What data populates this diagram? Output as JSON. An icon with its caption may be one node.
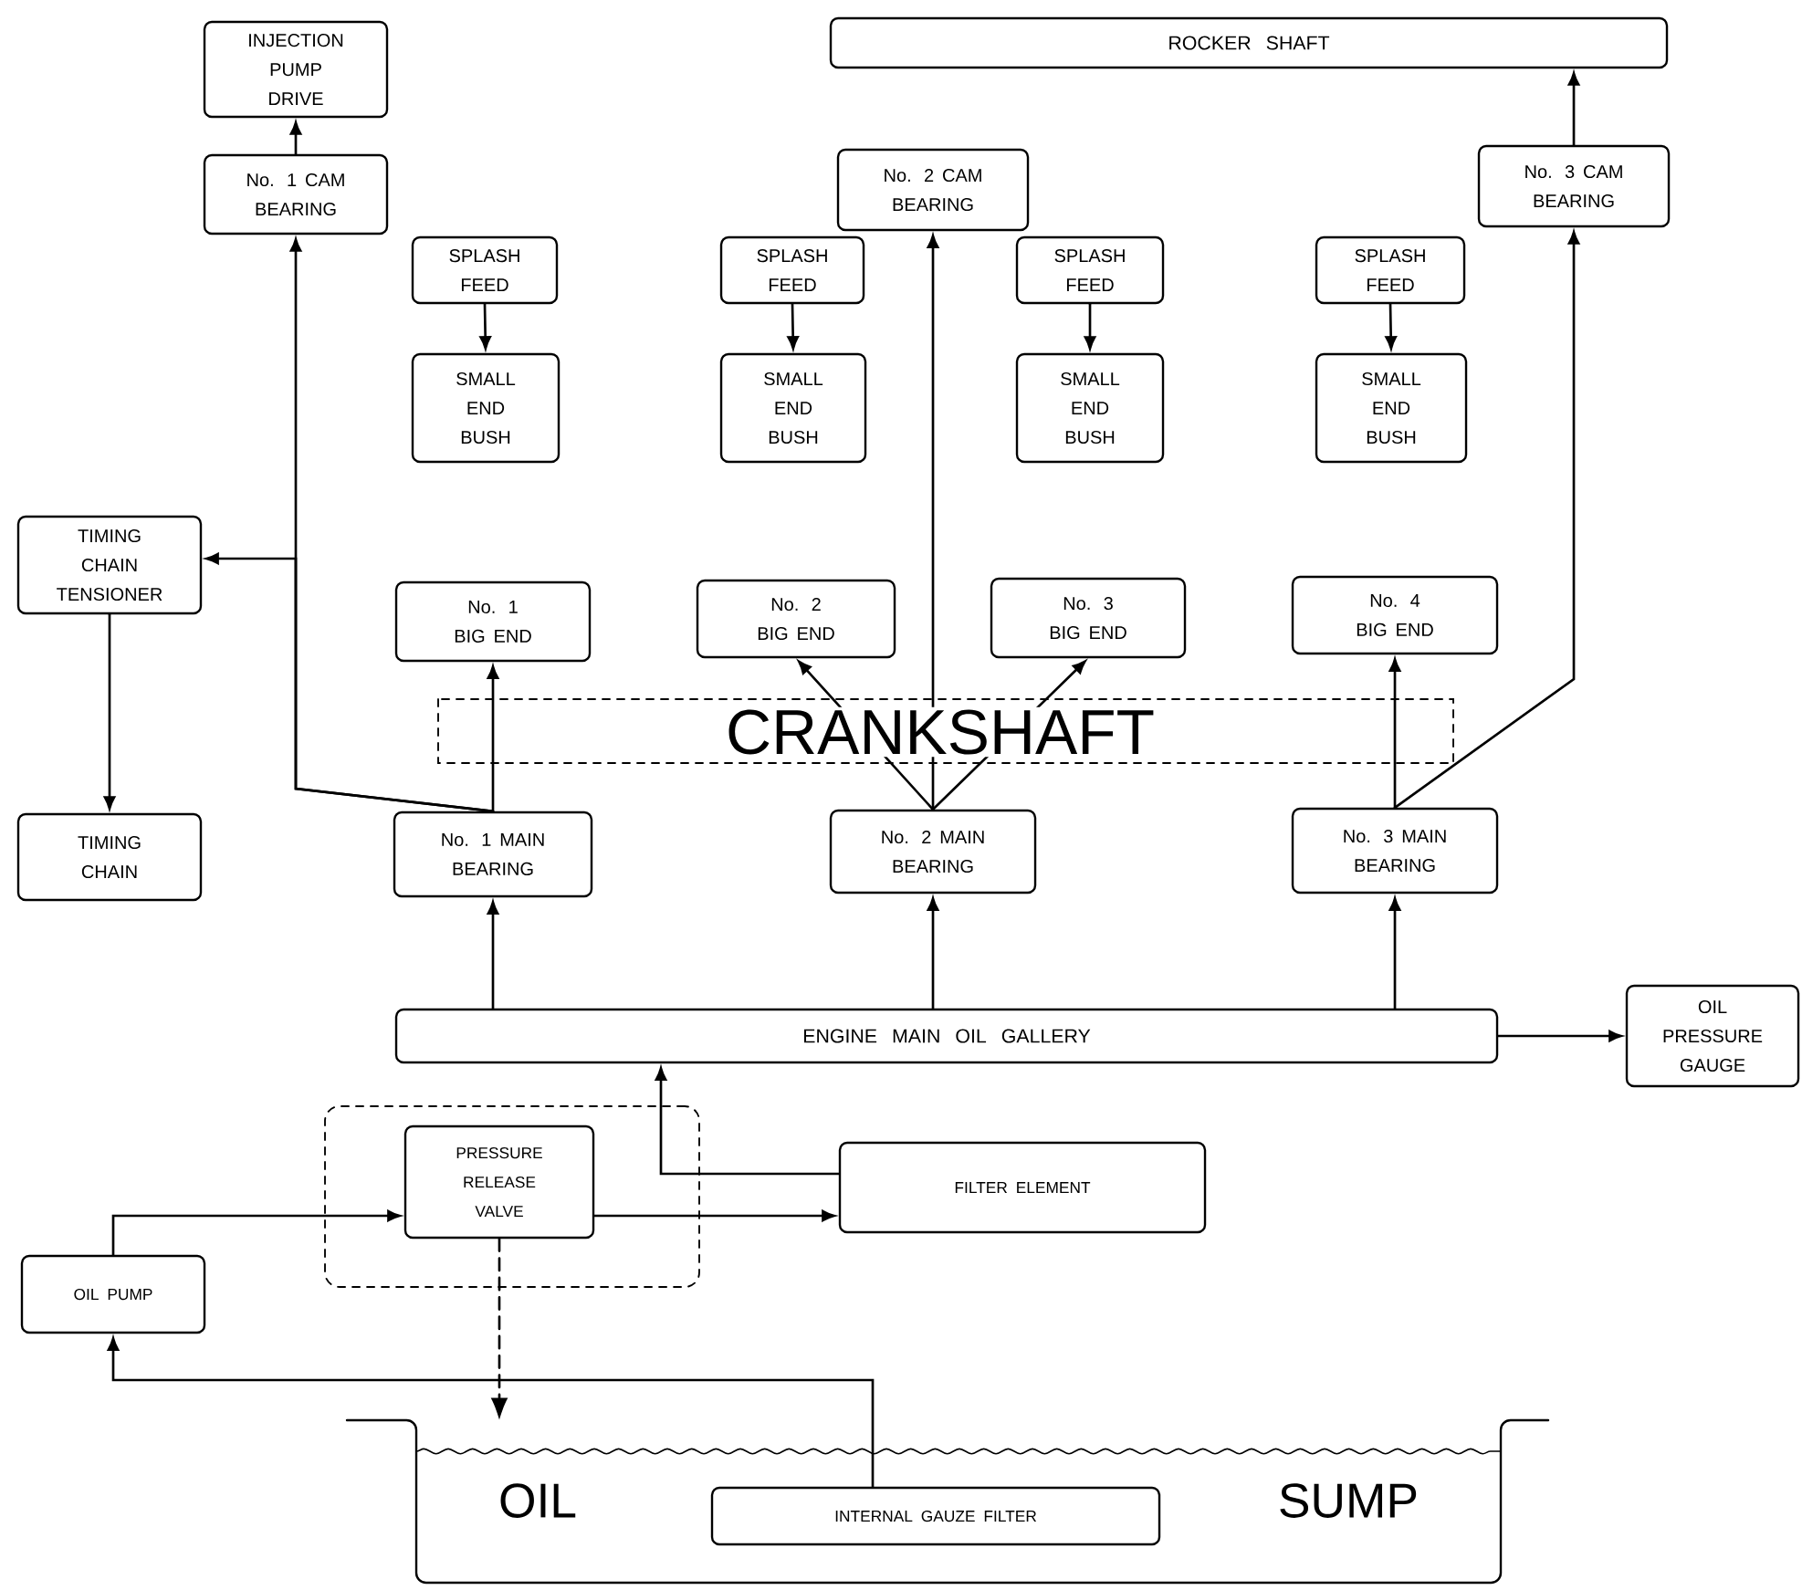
{
  "diagram": {
    "nodes": [
      {
        "text": [
          "INJECTION PUMP DRIVE"
        ]
      },
      {
        "text": [
          "No. 1 CAM BEARING"
        ]
      },
      {
        "text": [
          "ROCKER SHAFT"
        ]
      },
      {
        "text": [
          "No. 2 CAM BEARING"
        ]
      },
      {
        "text": [
          "No. 3 CAM BEARING"
        ]
      },
      {
        "text": [
          "SPLASH FEED"
        ]
      },
      {
        "text": [
          "SMALL END BUSH"
        ]
      },
      {
        "text": [
          "SPLASH FEED"
        ]
      },
      {
        "text": [
          "SMALL END BUSH"
        ]
      },
      {
        "text": [
          "SPLASH FEED"
        ]
      },
      {
        "text": [
          "SMALL END BUSH"
        ]
      },
      {
        "text": [
          "SPLASH FEED"
        ]
      },
      {
        "text": [
          "SMALL END BUSH"
        ]
      },
      {
        "text": [
          "TIMING CHAIN TENSIONER"
        ]
      },
      {
        "text": [
          "No. 1 BIG END"
        ]
      },
      {
        "text": [
          "No. 2 BIG END"
        ]
      },
      {
        "text": [
          "No. 3 BIG END"
        ]
      },
      {
        "text": [
          "No. 4 BIG END"
        ]
      },
      {
        "text": [
          "TIMING CHAIN"
        ]
      },
      {
        "text": [
          "No. 1 MAIN BEARING"
        ]
      },
      {
        "text": [
          "No. 2 MAIN BEARING"
        ]
      },
      {
        "text": [
          "No. 3 MAIN BEARING"
        ]
      },
      {
        "text": [
          "ENGINE MAIN OIL GALLERY"
        ]
      },
      {
        "text": [
          "OIL PRESSURE GAUGE"
        ]
      },
      {
        "text": [],
        "shape": "box"
      },
      {
        "text": [
          "PRESSURE RELEASE VALVE"
        ],
        "in": 24
      },
      {
        "text": [
          "FILTER ELEMENT"
        ]
      },
      {
        "text": [
          "OIL PUMP"
        ]
      },
      {
        "text": [
          "OIL",
          "SUMP"
        ]
      },
      {
        "text": [
          "INTERNAL GAUZE FILTER"
        ],
        "in": 28
      }
    ],
    "edges": [
      {
        "from": 1,
        "to": 0,
        "arrow": "to"
      },
      {
        "from": 4,
        "to": 2,
        "arrow": "to"
      },
      {
        "from": 5,
        "to": 6,
        "arrow": "to"
      },
      {
        "from": 7,
        "to": 8,
        "arrow": "to"
      },
      {
        "from": 9,
        "to": 10,
        "arrow": "to"
      },
      {
        "from": 11,
        "to": 12,
        "arrow": "to"
      },
      {
        "from": 19,
        "to": 1,
        "arrow": "to"
      },
      {
        "from": 19,
        "to": 13,
        "arrow": "to"
      },
      {
        "from": 13,
        "to": 18,
        "arrow": "to"
      },
      {
        "from": 19,
        "to": 14,
        "arrow": "to"
      },
      {
        "from": 20,
        "to": 15,
        "arrow": "to"
      },
      {
        "from": 20,
        "to": 3,
        "arrow": "to"
      },
      {
        "from": 20,
        "to": 16,
        "arrow": "to"
      },
      {
        "from": 21,
        "to": 17,
        "arrow": "to"
      },
      {
        "from": 21,
        "to": 4,
        "arrow": "to"
      },
      {
        "from": 22,
        "to": 19,
        "arrow": "to"
      },
      {
        "from": 22,
        "to": 20,
        "arrow": "to"
      },
      {
        "from": 22,
        "to": 21,
        "arrow": "to"
      },
      {
        "from": 22,
        "to": 23,
        "arrow": "to"
      },
      {
        "from": 26,
        "to": 22,
        "arrow": "to"
      },
      {
        "from": 25,
        "to": 26,
        "arrow": "to"
      },
      {
        "from": 27,
        "to": 25,
        "arrow": "to"
      },
      {
        "from": 25,
        "to": 28,
        "arrow": "to",
        "style": "dashed"
      },
      {
        "from": 29,
        "to": 27,
        "arrow": "to"
      }
    ],
    "labels": [
      "CRANKSHAFT"
    ]
  }
}
